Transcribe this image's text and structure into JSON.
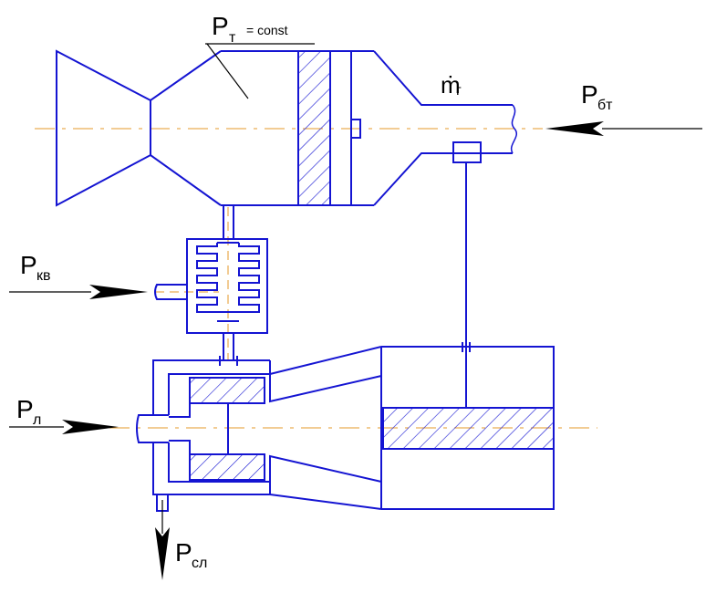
{
  "labels": {
    "pt_main": "P",
    "pt_sub": "т",
    "pt_eq": "= const",
    "mg_main": "ṁ",
    "mg_sub": "г",
    "pbt_main": "P",
    "pbt_sub": "бт",
    "pkv_main": "P",
    "pkv_sub": "кв",
    "pl_main": "P",
    "pl_sub": "л",
    "psl_main": "P",
    "psl_sub": "сл"
  },
  "colors": {
    "line": "#1414d2",
    "axis": "#e59a2a",
    "arrow": "#000000"
  }
}
